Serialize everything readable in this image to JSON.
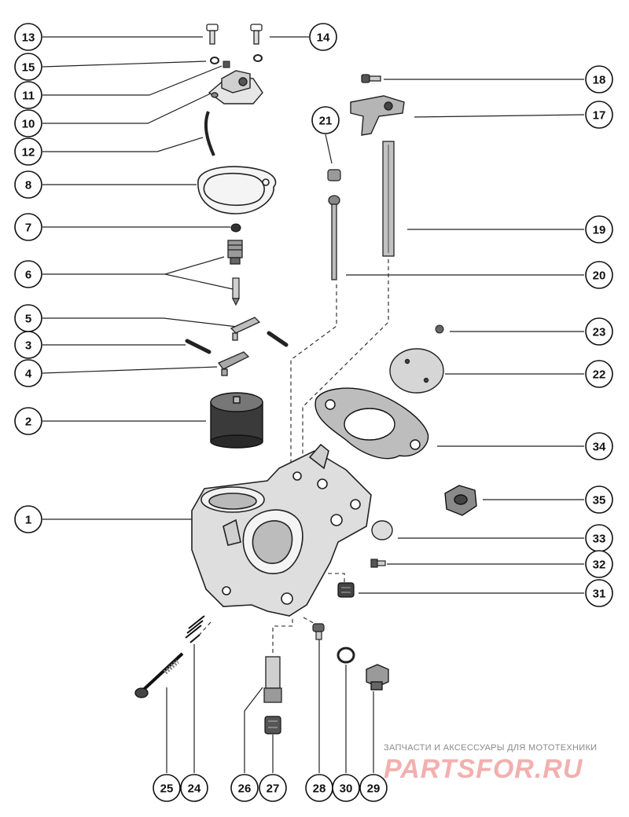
{
  "callouts": [
    {
      "id": "c13",
      "label": "13"
    },
    {
      "id": "c14",
      "label": "14"
    },
    {
      "id": "c15",
      "label": "15"
    },
    {
      "id": "c11",
      "label": "11"
    },
    {
      "id": "c10",
      "label": "10"
    },
    {
      "id": "c12",
      "label": "12"
    },
    {
      "id": "c8",
      "label": "8"
    },
    {
      "id": "c7",
      "label": "7"
    },
    {
      "id": "c6",
      "label": "6"
    },
    {
      "id": "c5",
      "label": "5"
    },
    {
      "id": "c3",
      "label": "3"
    },
    {
      "id": "c4",
      "label": "4"
    },
    {
      "id": "c2",
      "label": "2"
    },
    {
      "id": "c1",
      "label": "1"
    },
    {
      "id": "c18",
      "label": "18"
    },
    {
      "id": "c21",
      "label": "21"
    },
    {
      "id": "c17",
      "label": "17"
    },
    {
      "id": "c19",
      "label": "19"
    },
    {
      "id": "c20",
      "label": "20"
    },
    {
      "id": "c23",
      "label": "23"
    },
    {
      "id": "c22",
      "label": "22"
    },
    {
      "id": "c34",
      "label": "34"
    },
    {
      "id": "c35",
      "label": "35"
    },
    {
      "id": "c33",
      "label": "33"
    },
    {
      "id": "c32",
      "label": "32"
    },
    {
      "id": "c31",
      "label": "31"
    },
    {
      "id": "c25",
      "label": "25"
    },
    {
      "id": "c24",
      "label": "24"
    },
    {
      "id": "c26",
      "label": "26"
    },
    {
      "id": "c27",
      "label": "27"
    },
    {
      "id": "c28",
      "label": "28"
    },
    {
      "id": "c30",
      "label": "30"
    },
    {
      "id": "c29",
      "label": "29"
    }
  ],
  "watermark": {
    "tagline": "ЗАПЧАСТИ И АКСЕССУАРЫ ДЛЯ МОТОТЕХНИКИ",
    "brand": "PARTSFOR.RU"
  }
}
